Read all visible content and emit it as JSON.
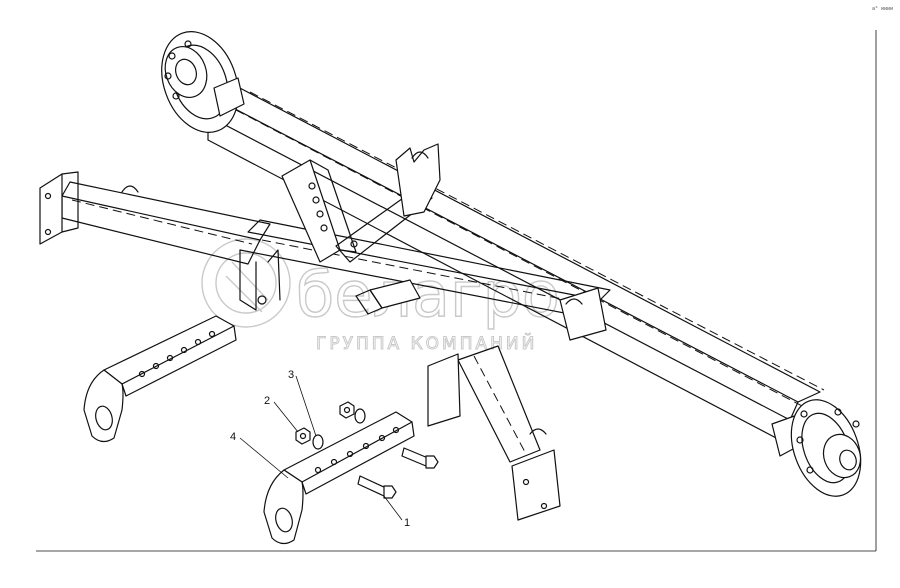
{
  "corner_mark": "a° ииии",
  "watermark": {
    "brand": "белагро",
    "tagline": "ГРУППА КОМПАНИЙ"
  },
  "callouts": [
    {
      "label": "1",
      "part": "bolt"
    },
    {
      "label": "2",
      "part": "nut"
    },
    {
      "label": "3",
      "part": "washer"
    },
    {
      "label": "4",
      "part": "drawbar-hitch"
    }
  ],
  "colors": {
    "line": "#111111",
    "watermark": "#c9c9c9",
    "background": "#ffffff"
  }
}
